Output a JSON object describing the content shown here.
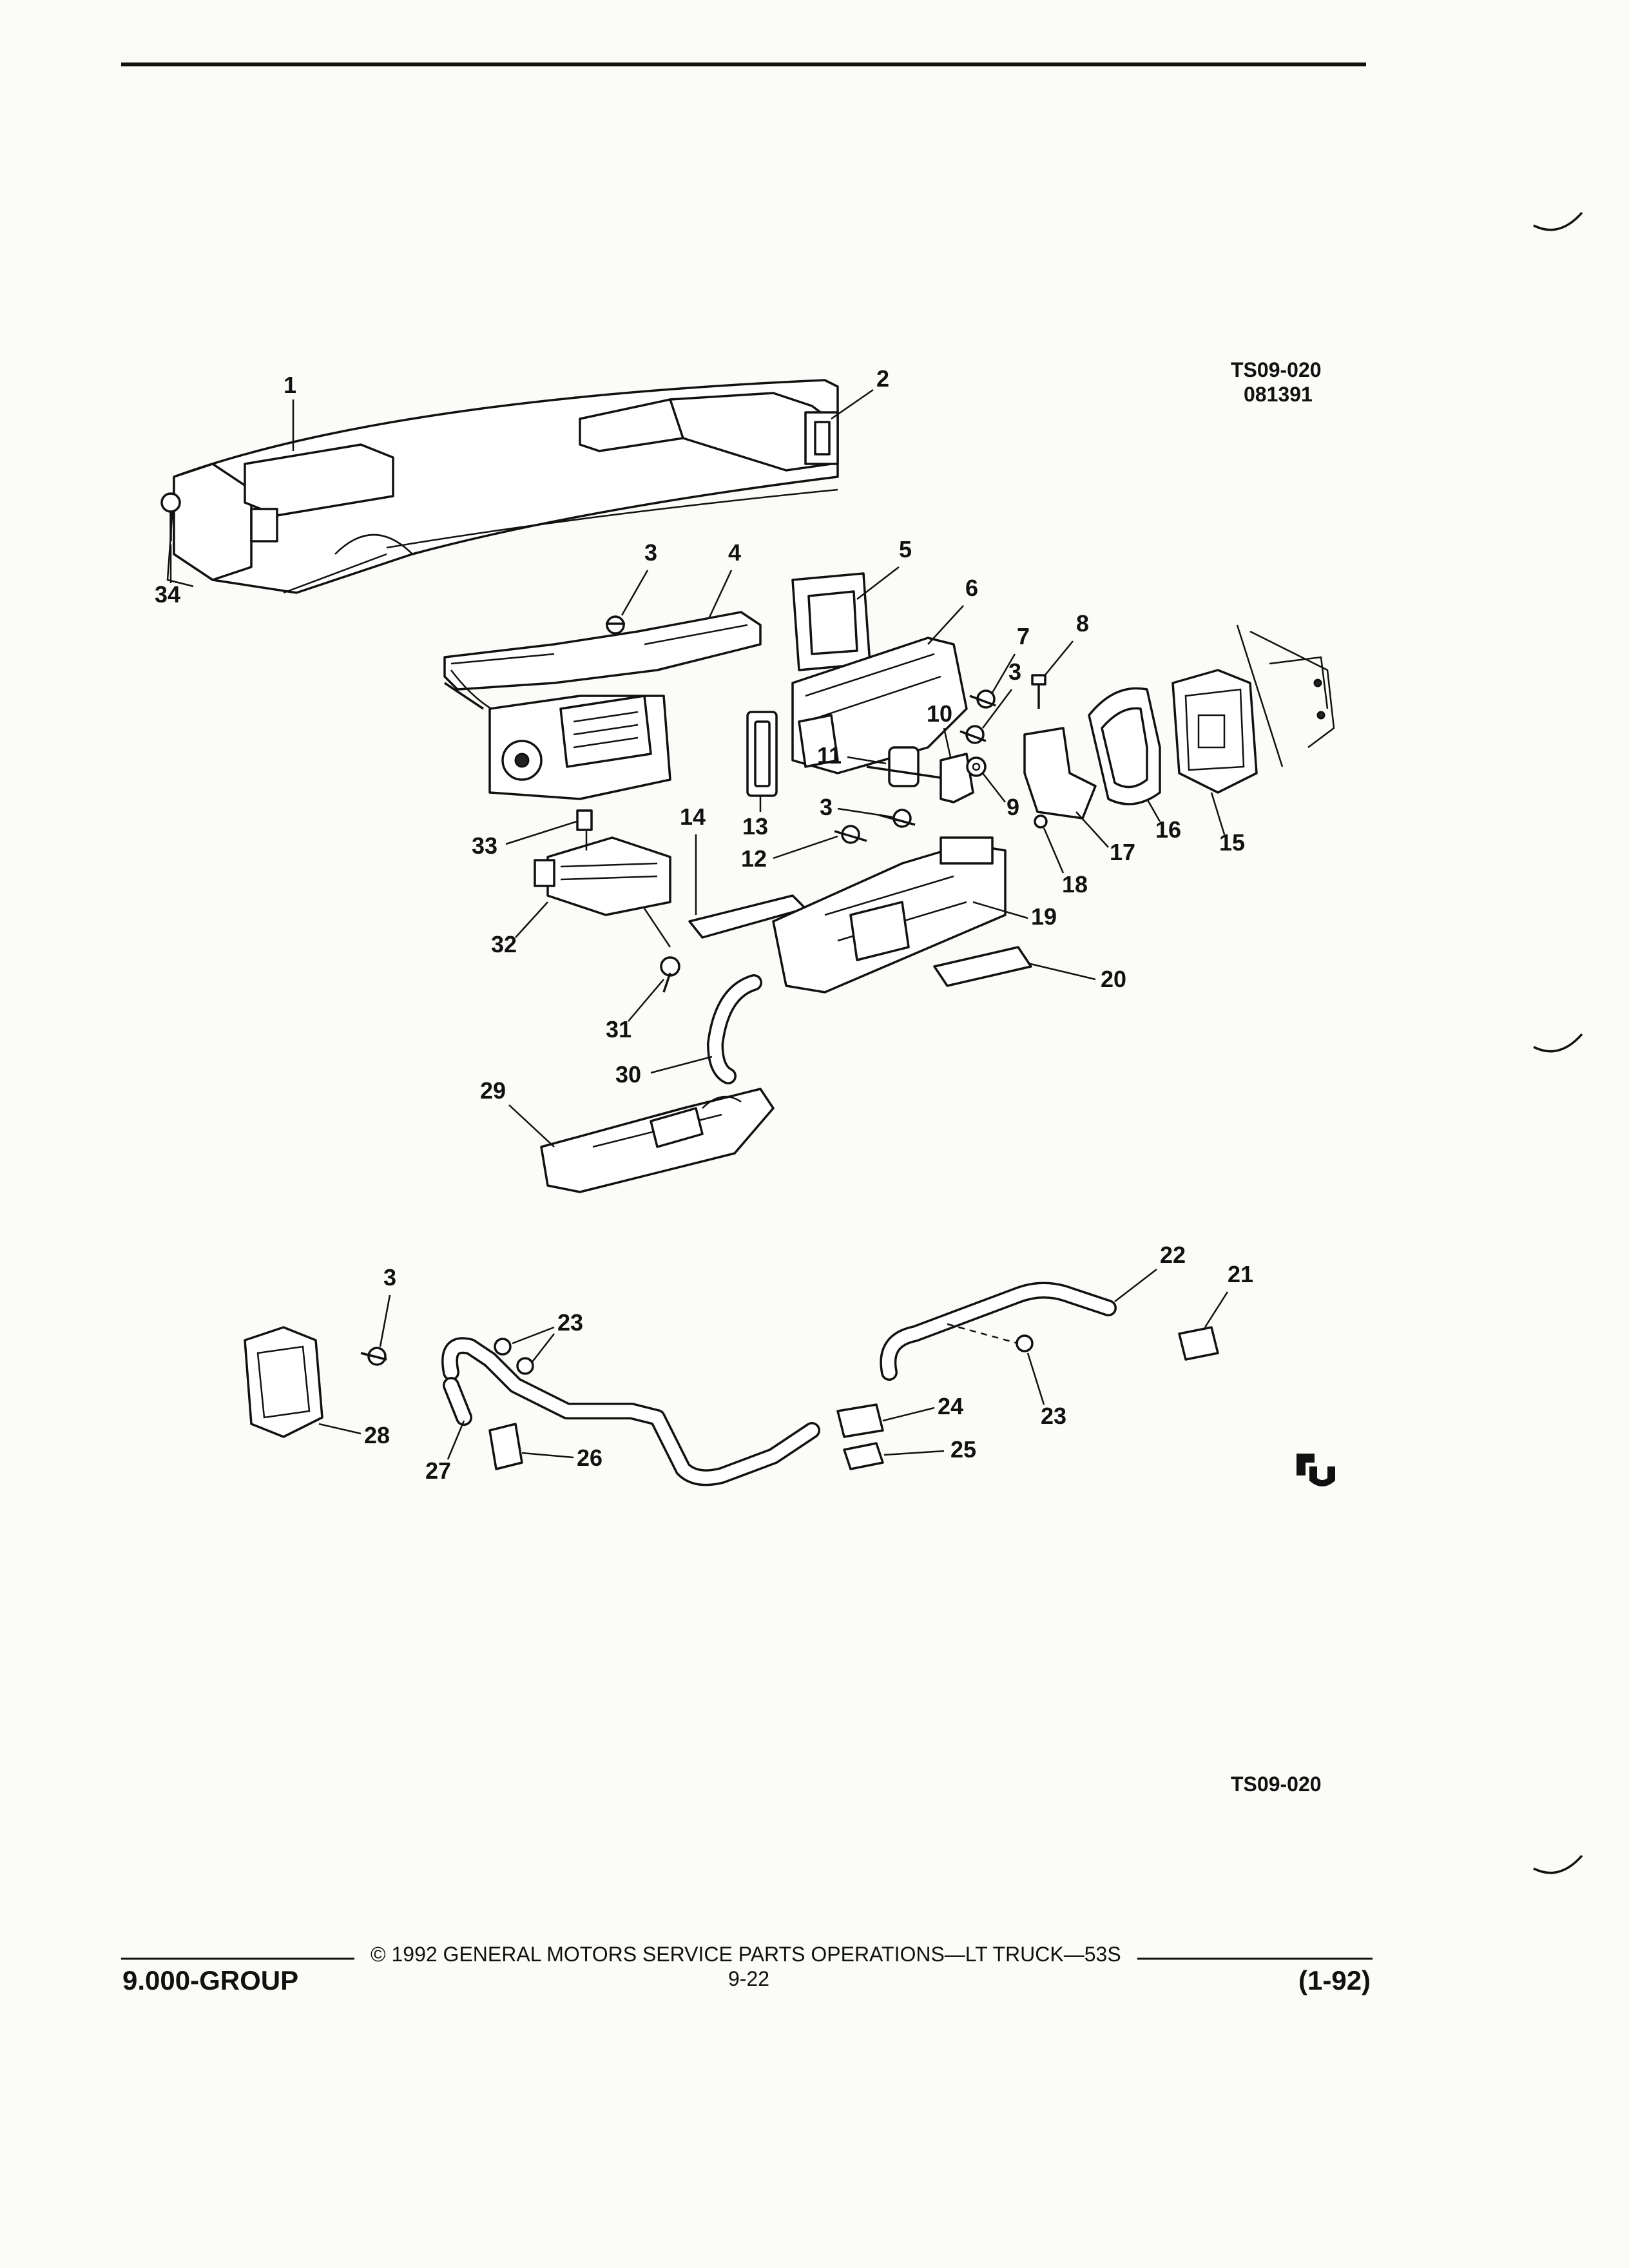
{
  "figure": {
    "ref_code": "TS09-020",
    "ref_date": "081391",
    "bottom_ref": "TS09-020",
    "callouts": [
      "1",
      "2",
      "3",
      "4",
      "5",
      "6",
      "7",
      "8",
      "9",
      "10",
      "11",
      "12",
      "13",
      "14",
      "15",
      "16",
      "17",
      "18",
      "19",
      "20",
      "21",
      "22",
      "23",
      "24",
      "25",
      "26",
      "27",
      "28",
      "29",
      "30",
      "31",
      "32",
      "33",
      "34"
    ],
    "logo": "GM"
  },
  "footer": {
    "copyright": "© 1992 GENERAL MOTORS SERVICE PARTS OPERATIONS—LT TRUCK—53S",
    "group": "9.000-GROUP",
    "page_number": "9-22",
    "revision": "(1-92)"
  }
}
